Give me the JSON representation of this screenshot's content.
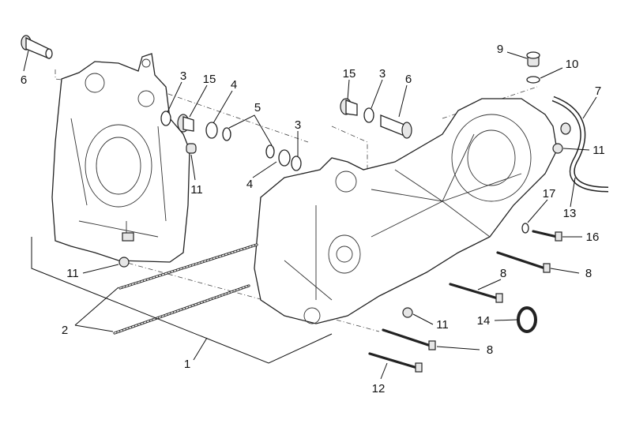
{
  "diagram": {
    "title": "Crankcase exploded view",
    "callouts": [
      "6",
      "3",
      "15",
      "4",
      "5",
      "3",
      "11",
      "4",
      "15",
      "3",
      "6",
      "9",
      "10",
      "7",
      "11",
      "17",
      "13",
      "16",
      "8",
      "8",
      "11",
      "2",
      "1",
      "11",
      "14",
      "8",
      "12"
    ]
  }
}
